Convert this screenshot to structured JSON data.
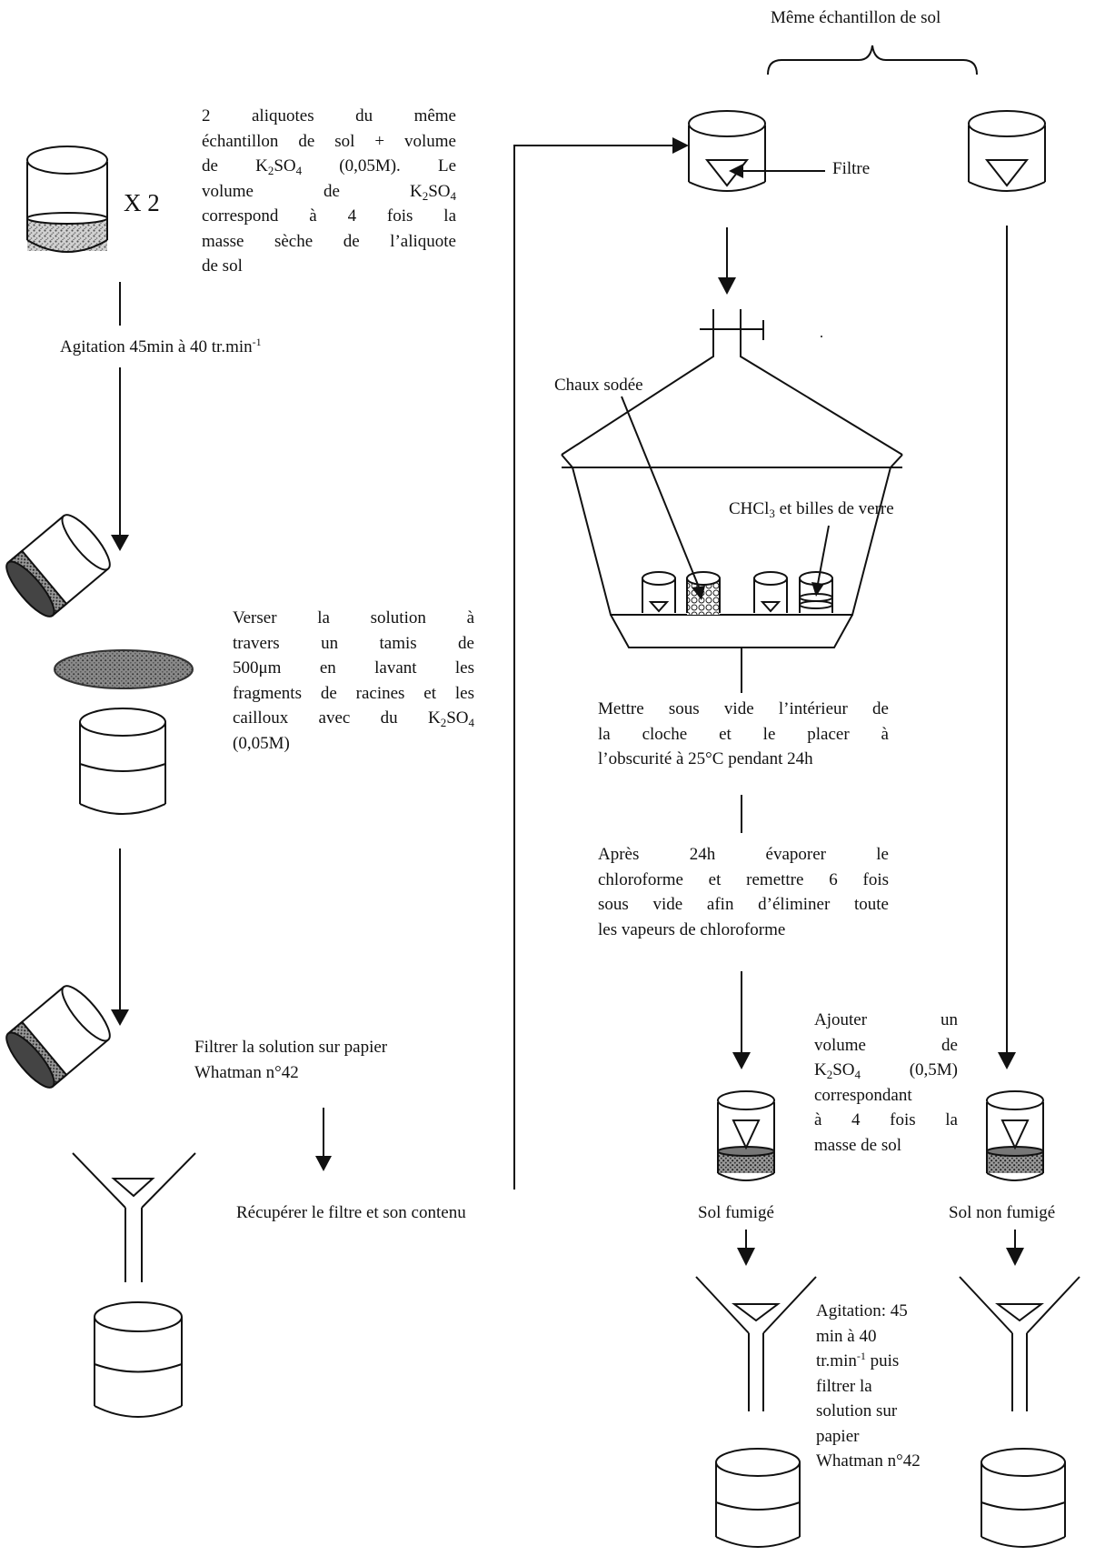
{
  "labels": {
    "same_sample": "Même échantillon de sol",
    "x2": "X 2",
    "aliquots_l1": "2 aliquotes du même",
    "aliquots_l2": "échantillon de sol + volume",
    "aliquots_l3a": "de K",
    "aliquots_l3b": "SO",
    "aliquots_l3c": " (0,05M). Le",
    "aliquots_l4a": "volume de K",
    "aliquots_l4b": "SO",
    "aliquots_l5": "correspond à 4 fois la",
    "aliquots_l6": "masse sèche de l’aliquote",
    "aliquots_l7": "de sol",
    "agitation_a": "Agitation 45min à 40 tr.min",
    "agitation_sup": "-1",
    "pour_l1": "Verser la solution à",
    "pour_l2": "travers un tamis de",
    "pour_l3": "500μm en lavant les",
    "pour_l4": "fragments de racines et les",
    "pour_l5a": "cailloux avec du K",
    "pour_l5b": "SO",
    "pour_l6": "(0,05M)",
    "filter_l1": "Filtrer la solution sur papier",
    "filter_l2": "Whatman n°42",
    "recover": "Récupérer le filtre et son contenu",
    "filtre": "Filtre",
    "chaux": "Chaux sodée",
    "chcl3_a": "CHCl",
    "chcl3_b": " et billes de verre",
    "vacuum_l1": "Mettre sous vide l’intérieur de",
    "vacuum_l2": "la cloche et le placer à",
    "vacuum_l3": "l’obscurité à 25°C pendant 24h",
    "after_l1": "Après 24h évaporer le",
    "after_l2": "chloroforme et remettre 6 fois",
    "after_l3": "sous vide afin d’éliminer toute",
    "after_l4": "les vapeurs de chloroforme",
    "add_l1": "Ajouter un",
    "add_l2": "volume de",
    "add_l3a": "K",
    "add_l3b": "SO",
    "add_l3c": " (0,5M)",
    "add_l4": "correspondant",
    "add_l5": "à 4 fois la",
    "add_l6": "masse de sol",
    "fumigated": "Sol fumigé",
    "non_fumigated": "Sol non fumigé",
    "agit2_l1": "Agitation: 45",
    "agit2_l2": "min à 40",
    "agit2_l3a": "tr.min",
    "agit2_l3sup": "-1",
    "agit2_l3b": " puis",
    "agit2_l4": "filtrer la",
    "agit2_l5": "solution sur",
    "agit2_l6": "papier",
    "agit2_l7": "Whatman n°42",
    "sub2": "2",
    "sub3": "3",
    "sub4": "4"
  }
}
